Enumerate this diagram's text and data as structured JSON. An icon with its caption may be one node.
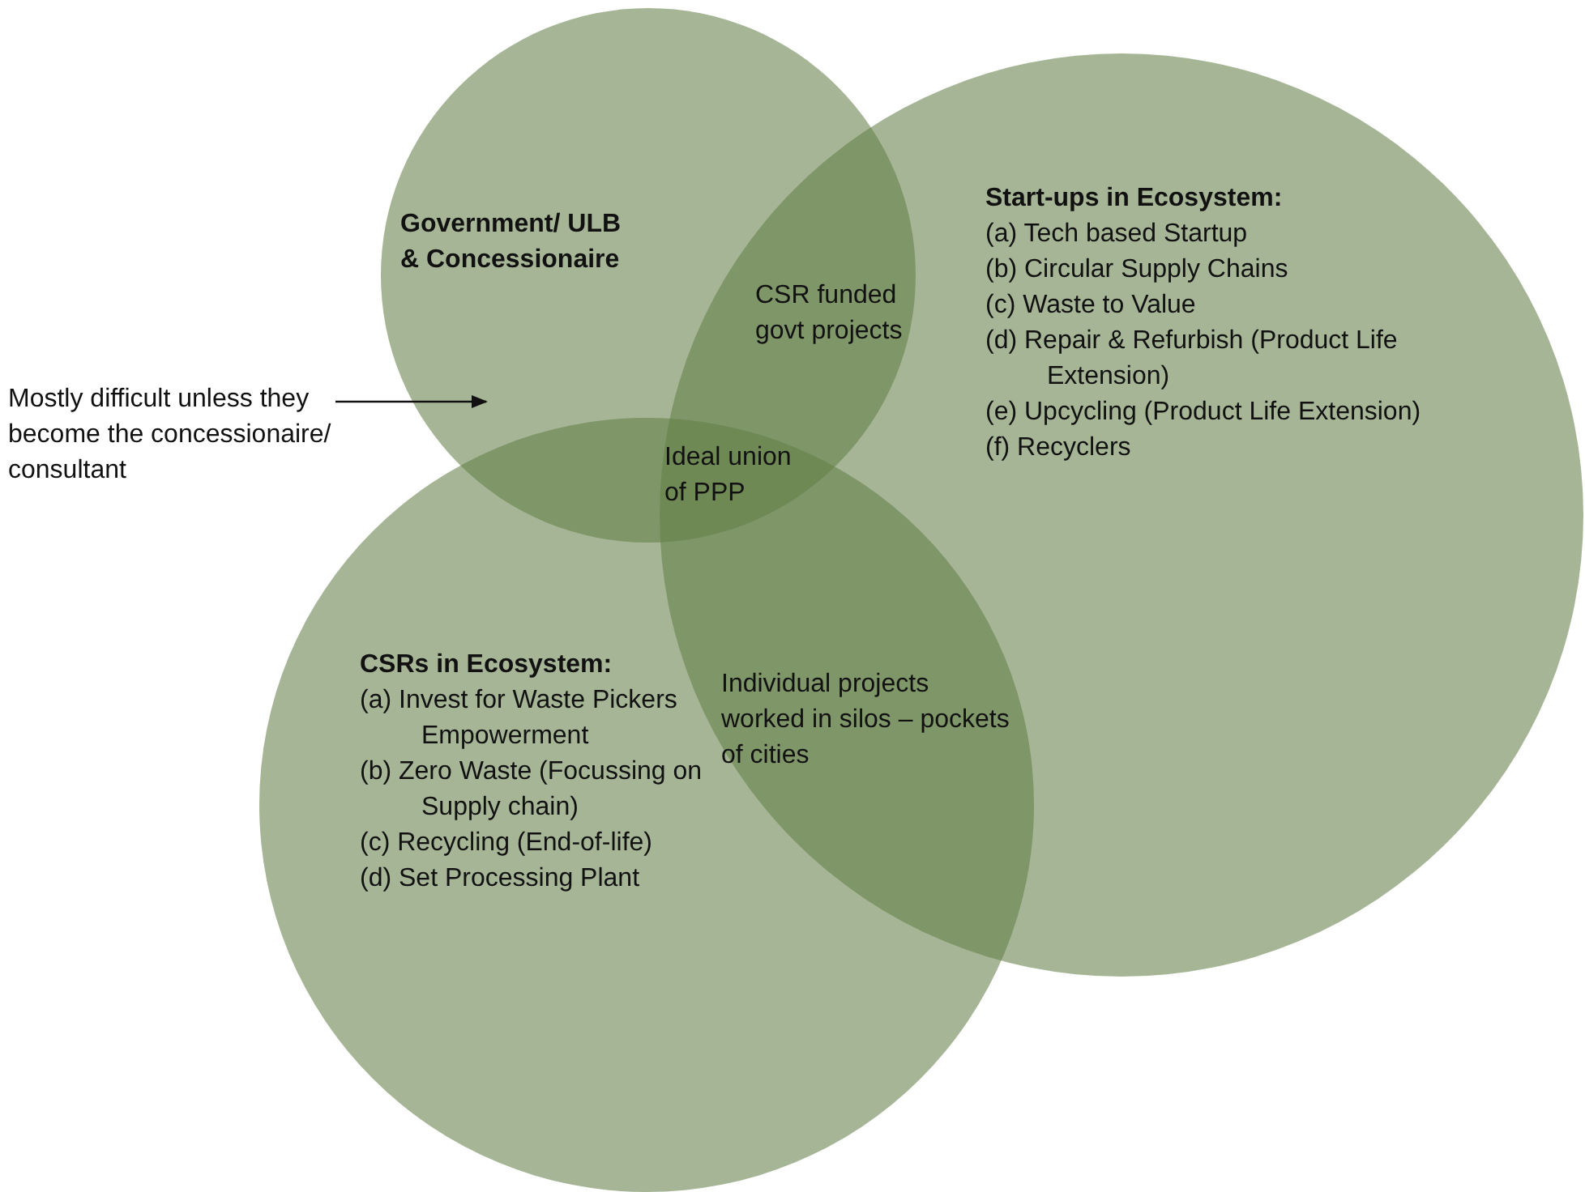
{
  "diagram": {
    "nodes": [
      {
        "text": [
          "Government/ ULB & Concessionaire"
        ]
      },
      {
        "text": [
          "Start-ups in Ecosystem:",
          "(a) Tech based Startup",
          "(b) Circular Supply Chains",
          "(c) Waste to Value",
          "(d) Repair & Refurbish (Product Life Extension)",
          "(e) Upcycling (Product Life Extension)",
          "(f) Recyclers"
        ]
      },
      {
        "text": [
          "CSRs in Ecosystem:",
          "(a) Invest for Waste Pickers Empowerment",
          "(b) Zero Waste (Focussing on Supply chain)",
          "(c) Recycling (End-of-life)",
          "(d) Set Processing Plant"
        ]
      },
      {
        "text": [
          "CSR funded govt projects"
        ]
      },
      {
        "text": [
          "Ideal union of PPP"
        ]
      },
      {
        "text": [
          "Individual projects worked in silos – pockets of cities"
        ]
      },
      {
        "text": [
          "Mostly difficult unless they become the concessionaire/ consultant"
        ]
      }
    ],
    "edges": [
      {
        "from": 6,
        "to": 0,
        "arrow": "to"
      }
    ]
  }
}
